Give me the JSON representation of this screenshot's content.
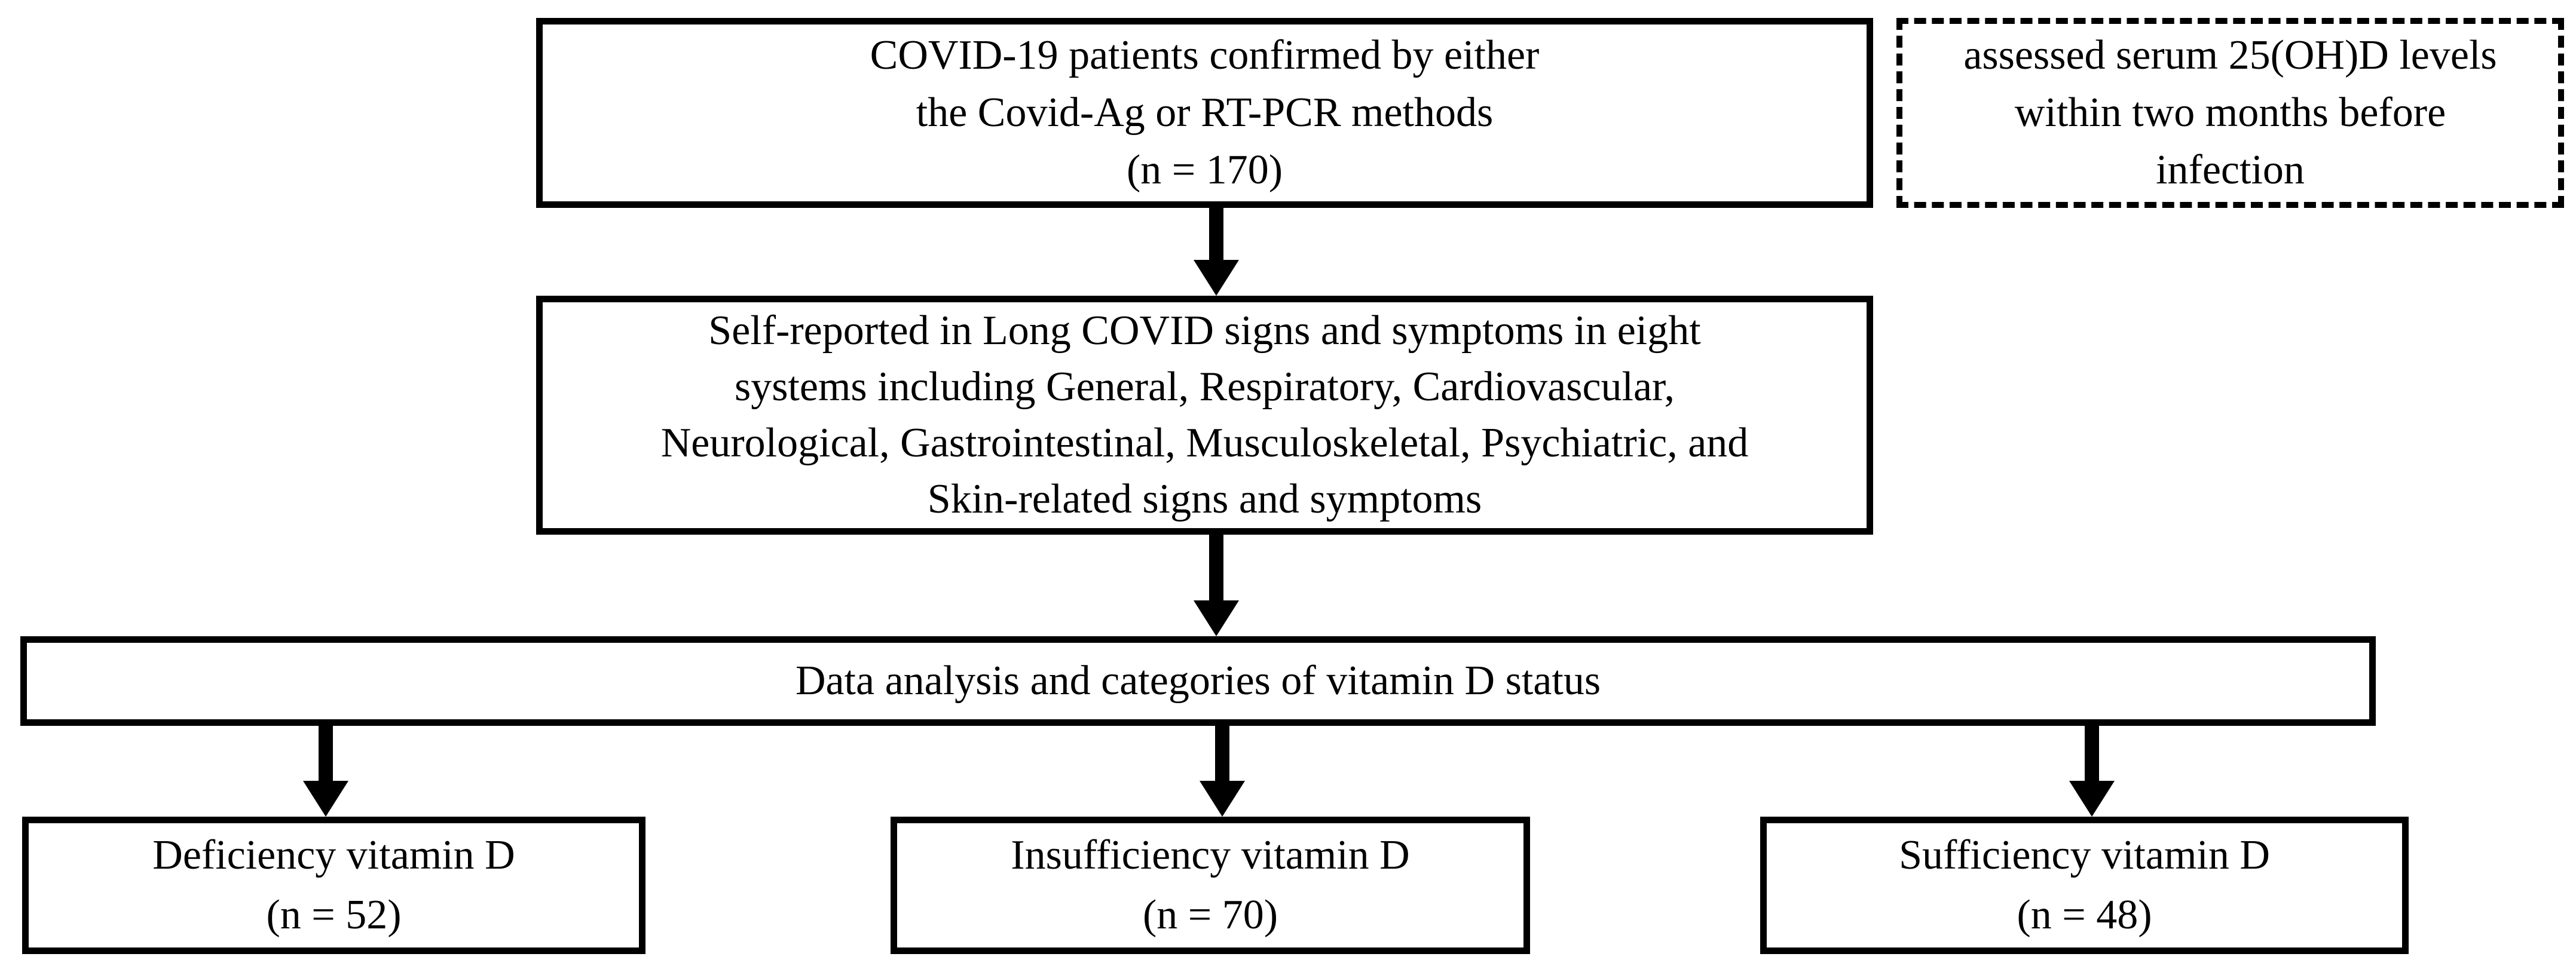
{
  "figure": {
    "colors": {
      "ink": "#000000",
      "background": "#ffffff"
    }
  },
  "flowchart": {
    "enrollment_box": {
      "line1": "COVID-19 patients confirmed by either",
      "line2": "the Covid-Ag or RT-PCR methods",
      "line3": "(n = 170)"
    },
    "assessment_note_box": {
      "line1": "assessed serum 25(OH)D levels",
      "line2": "within two months before",
      "line3": "infection"
    },
    "symptoms_box": {
      "line1": "Self-reported in Long COVID signs and symptoms in eight",
      "line2": "systems including General, Respiratory, Cardiovascular,",
      "line3": "Neurological, Gastrointestinal, Musculoskeletal, Psychiatric, and",
      "line4": "Skin-related signs and symptoms"
    },
    "analysis_box": {
      "label": "Data analysis and categories of vitamin D status"
    },
    "outcome_boxes": [
      {
        "label": "Deficiency vitamin D",
        "count": "(n = 52)"
      },
      {
        "label": "Insufficiency vitamin D",
        "count": "(n = 70)"
      },
      {
        "label": "Sufficiency vitamin D",
        "count": "(n = 48)"
      }
    ]
  }
}
